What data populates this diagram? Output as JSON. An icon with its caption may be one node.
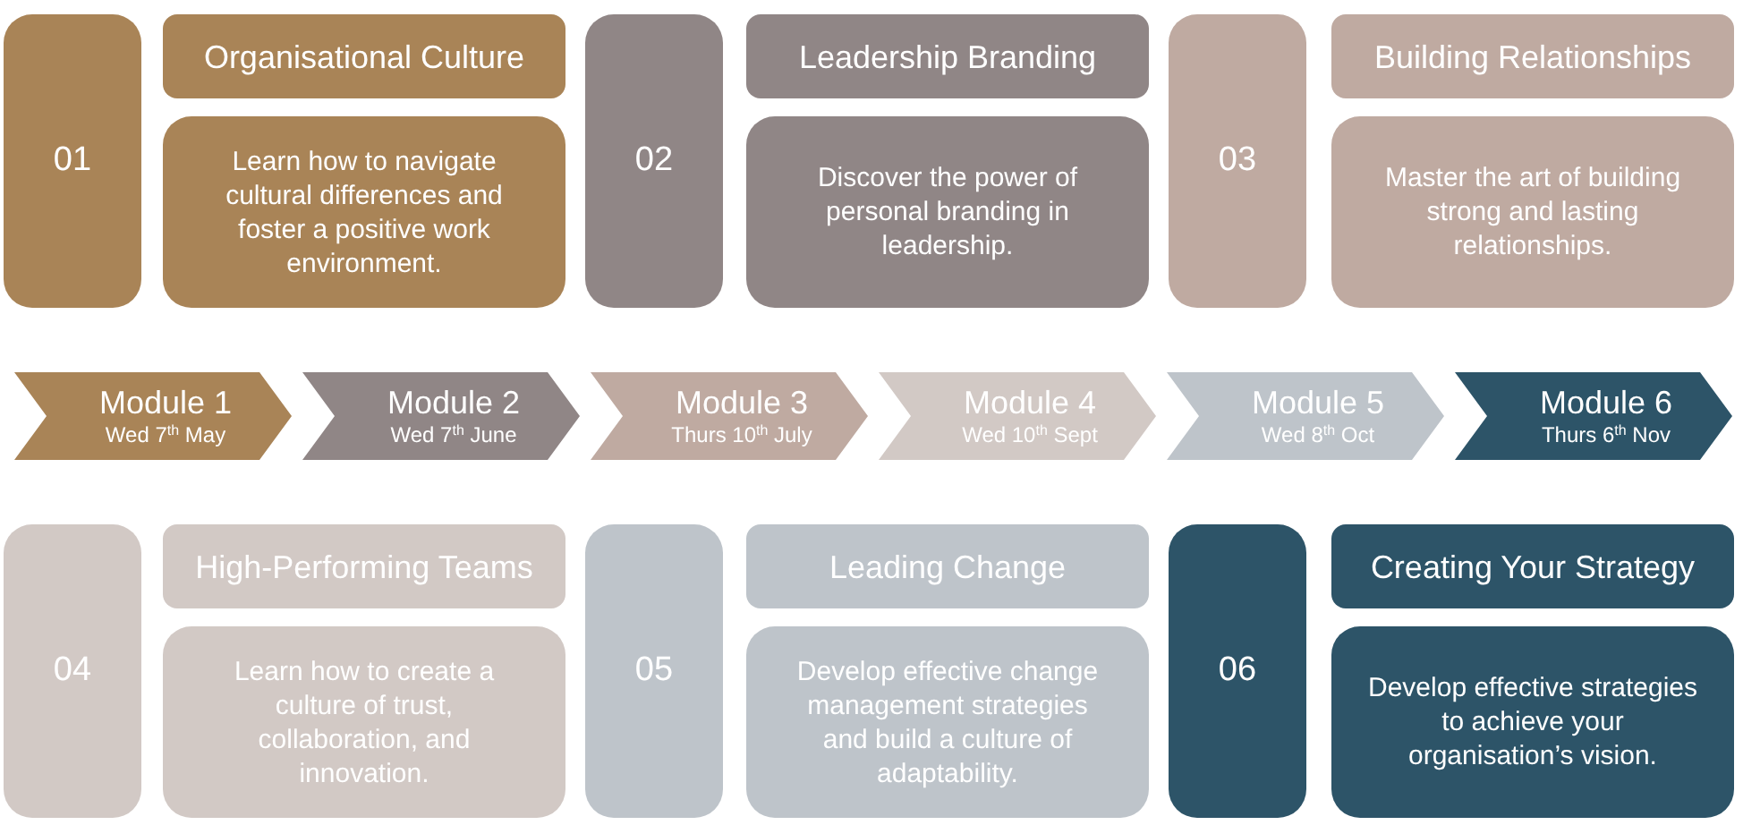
{
  "diagram": {
    "nodes": [
      {
        "text": [
          "01"
        ]
      },
      {
        "text": [
          "Organisational Culture"
        ]
      },
      {
        "text": [
          "Learn how to navigate cultural differences and foster a positive work environment."
        ]
      },
      {
        "text": [
          "02"
        ]
      },
      {
        "text": [
          "Leadership Branding"
        ]
      },
      {
        "text": [
          "Discover the power of personal branding in leadership."
        ]
      },
      {
        "text": [
          "03"
        ]
      },
      {
        "text": [
          "Building Relationships"
        ]
      },
      {
        "text": [
          "Master the art of building strong and lasting relationships."
        ]
      },
      {
        "text": [
          "Module 1",
          "Wed 7$^{th}$ May"
        ]
      },
      {
        "text": [
          "Module 2",
          "Wed 7$^{th}$ June"
        ]
      },
      {
        "text": [
          "Module 3",
          "Thurs 10$^{th}$ July"
        ]
      },
      {
        "text": [
          "Module 4",
          "Wed 10$^{th}$ Sept"
        ]
      },
      {
        "text": [
          "Module 5",
          "Wed 8$^{th}$ Oct"
        ]
      },
      {
        "text": [
          "Module 6",
          "Thurs 6$^{th}$ Nov"
        ]
      },
      {
        "text": [
          "04"
        ]
      },
      {
        "text": [
          "High-Performing Teams"
        ]
      },
      {
        "text": [
          "Learn how to create a culture of trust, collaboration, and innovation."
        ]
      },
      {
        "text": [
          "05"
        ]
      },
      {
        "text": [
          "Leading Change"
        ]
      },
      {
        "text": [
          "Develop effective change management strategies and build a culture of adaptability."
        ]
      },
      {
        "text": [
          "06"
        ]
      },
      {
        "text": [
          "Creating Your Strategy"
        ]
      },
      {
        "text": [
          "Develop effective strategies to achieve your organisation’s vision."
        ]
      }
    ]
  }
}
